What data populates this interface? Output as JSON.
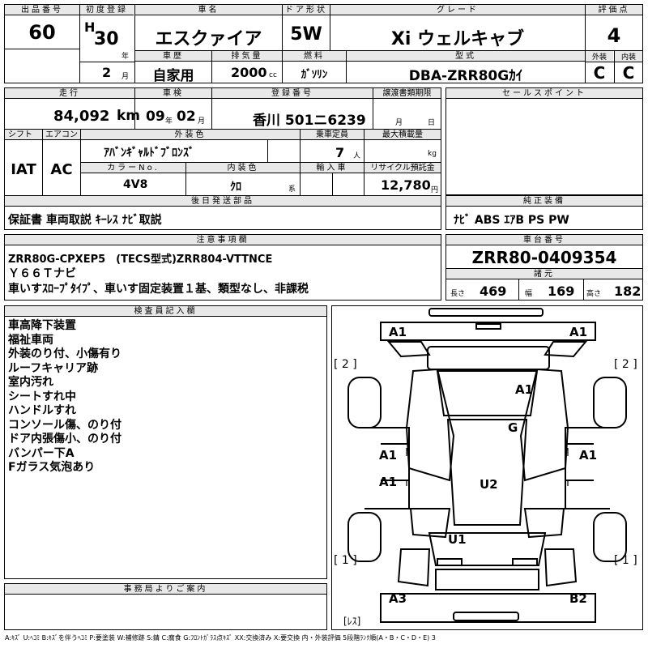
{
  "lot": {
    "label": "出品番号",
    "value": "60"
  },
  "reg": {
    "label": "初度登録",
    "era": "H",
    "year": "30",
    "year_unit": "年",
    "month": "2",
    "month_unit": "月"
  },
  "name": {
    "label": "車名",
    "value": "エスクァイア"
  },
  "door": {
    "label": "ドア形状",
    "value": "5W"
  },
  "grade": {
    "label": "グレード",
    "value": "Xi ウェルキャブ"
  },
  "score": {
    "label": "評価点",
    "value": "4",
    "ext_label": "外装",
    "int_label": "内装",
    "ext": "C",
    "int": "C"
  },
  "history": {
    "label": "車歴",
    "value": "自家用"
  },
  "displacement": {
    "label": "排気量",
    "value": "2000",
    "unit": "cc"
  },
  "fuel": {
    "label": "燃料",
    "value": "ｶﾞｿﾘﾝ"
  },
  "model": {
    "label": "型式",
    "value": "DBA-ZRR80Gｶｲ"
  },
  "mileage": {
    "label": "走行",
    "value": "84,092",
    "unit": "km"
  },
  "inspection": {
    "label": "車検",
    "year": "09",
    "year_unit": "年",
    "month": "02",
    "month_unit": "月"
  },
  "plate": {
    "label": "登録番号",
    "value": "香川 501ニ6239"
  },
  "transfer": {
    "label": "譲渡書類期限",
    "month_unit": "月",
    "day_unit": "日"
  },
  "sales_point": {
    "label": "セールスポイント"
  },
  "shift": {
    "label": "シフト",
    "value": "IAT"
  },
  "ac": {
    "label": "エアコン",
    "value": "AC"
  },
  "color": {
    "label": "外装色",
    "value": "ｱﾊﾞﾝｷﾞｬﾙﾄﾞﾌﾞﾛﾝｽﾞ"
  },
  "capacity": {
    "label": "乗車定員",
    "value": "7",
    "unit": "人"
  },
  "max_load": {
    "label": "最大積載量",
    "unit": "kg"
  },
  "color_no": {
    "label": "カラーNo.",
    "value": "4V8"
  },
  "interior": {
    "label": "内装色",
    "value": "ｸﾛ",
    "unit": "系"
  },
  "import": {
    "label": "輸入車"
  },
  "recycle": {
    "label": "リサイクル預託金",
    "value": "12,780",
    "unit": "円"
  },
  "later_parts": {
    "label": "後日発送部品",
    "value": "保証書 車両取説 ｷｰﾚｽ ﾅﾋﾞ取説"
  },
  "genuine": {
    "label": "純正装備",
    "value": "ﾅﾋﾞ ABS ｴｱB PS PW"
  },
  "notes": {
    "label": "注意事項欄",
    "line1": "ZRR80G-CPXEP5　(TECS型式)ZRR804-VTTNCE",
    "line2": "Ｙ６６Ｔナビ",
    "line3": "車いすｽﾛｰﾌﾟﾀｲﾌﾟ、車いす固定装置１基、類型なし、非課税"
  },
  "chassis": {
    "label": "車台番号",
    "value": "ZRR80-0409354"
  },
  "specs": {
    "label": "諸元",
    "length_label": "長さ",
    "length": "469",
    "width_label": "幅",
    "width": "169",
    "height_label": "高さ",
    "height": "182"
  },
  "inspector": {
    "label": "検査員記入欄",
    "items": [
      "車高降下装置",
      "福祉車両",
      "外装のり付、小傷有り",
      "ルーフキャリア跡",
      "室内汚れ",
      "シートすれ中",
      "ハンドルすれ",
      "コンソール傷、のり付",
      "ドア内張傷小、のり付",
      "バンパー下A",
      "Fガラス気泡あり"
    ]
  },
  "office": {
    "label": "事務局よりご案内"
  },
  "diagram": {
    "marks": {
      "a1_tl": "A1",
      "a1_tr": "A1",
      "br_l2": "[ 2 ]",
      "br_r2": "[ 2 ]",
      "a1_hood": "A1",
      "g": "G",
      "a1_l": "A1",
      "a1_r": "A1",
      "a1_l2": "A1",
      "u2": "U2",
      "u1": "U1",
      "br_l1": "[ 1 ]",
      "br_r1": "[ 1 ]",
      "a3": "A3",
      "b2": "B2",
      "res": "[ﾚｽ]"
    }
  },
  "legend": "A:ｷｽﾞ U:ﾍｺﾐ B:ｷｽﾞを伴うﾍｺﾐ P:要塗装 W:補修跡 S:錆 C:腐食 G:ﾌﾛﾝﾄｶﾞﾗｽ点ｷｽﾞ XX:交換済み X:要交換 内・外装評価 5段階ﾗﾝｸ順(A・B・C・D・E) 3"
}
